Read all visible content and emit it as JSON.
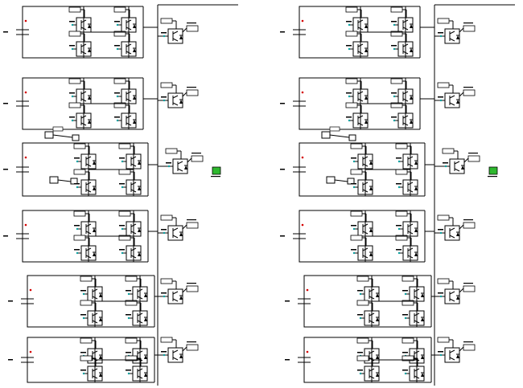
{
  "diagram": {
    "kind": "circuit-schematic",
    "panels": [
      {
        "side": "left",
        "cells": 6,
        "modules_per_cell": 4,
        "output_switches_per_cell": 1,
        "extra_blocks_cell": 3,
        "status_indicator_cell": 3
      },
      {
        "side": "right",
        "cells": 6,
        "modules_per_cell": 4,
        "output_switches_per_cell": 1,
        "extra_blocks_cell": 3,
        "status_indicator_cell": 3
      }
    ],
    "colors": {
      "wire": "#000000",
      "background": "#ffffff",
      "tag_fill": "#ffffff",
      "status_indicator": "#2eb82e",
      "node_dot": "#d40000",
      "port_dot": "#0aa0a0"
    }
  }
}
